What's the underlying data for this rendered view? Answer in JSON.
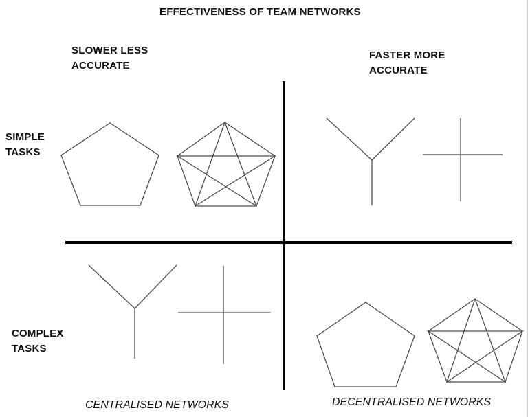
{
  "title": "EFFECTIVENESS OF TEAM NETWORKS",
  "quadrant_headers": {
    "left": "SLOWER LESS ACCURATE",
    "right": "FASTER MORE ACCURATE"
  },
  "row_labels": {
    "simple": "SIMPLE TASKS",
    "complex": "COMPLEX TASKS"
  },
  "footer_labels": {
    "left": "CENTRALISED NETWORKS",
    "right": "DECENTRALISED NETWORKS"
  }
}
